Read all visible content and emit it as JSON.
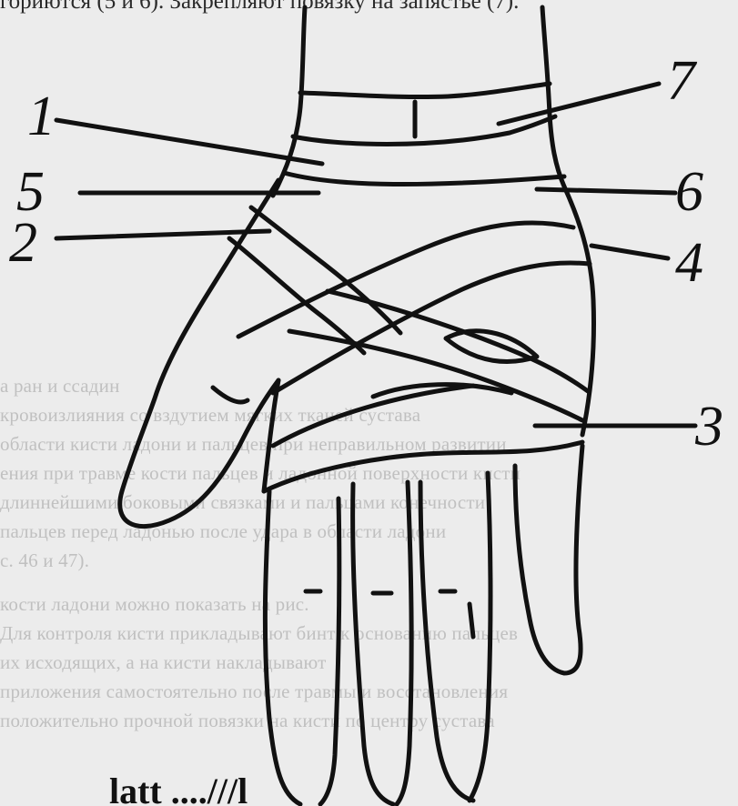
{
  "header_text": "гориются (5 и 6). Закрепляют повязку на запястье (7).",
  "background_text_lines": [
    "а ран и ссадин",
    "кровоизлияния со вздутием мягких тканей сустава",
    "области кисти ладони и пальцев при неправильном развитии",
    "ения при травме кости пальцев и ладонной поверхности кисти",
    "длиннейшими боковыми связками и пальцами конечности",
    "пальцев перед ладонью после удара в области ладони",
    "с. 46 и 47).",
    "кости ладони можно показать на рис.",
    "Для контроля кисти прикладывают бинт к основанию пальцев",
    "их исходящих, а на кисти накладывают",
    "приложения самостоятельно после травмы и восстановления",
    "положительно прочной повязки на кисти по центру сустава"
  ],
  "bottom_text": "latt ....///l",
  "labels": {
    "l1": "1",
    "l2": "2",
    "l3": "3",
    "l4": "4",
    "l5": "5",
    "l6": "6",
    "l7": "7"
  }
}
